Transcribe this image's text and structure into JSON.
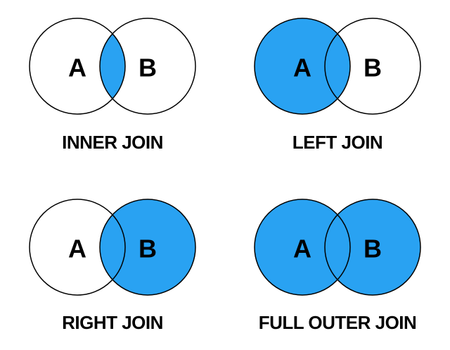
{
  "colors": {
    "highlight": "#29A2F2",
    "outline": "#000000",
    "text": "#000000",
    "background": "#FFFFFF"
  },
  "panels": [
    {
      "id": "inner-join",
      "caption": "INNER JOIN",
      "left_label": "A",
      "right_label": "B",
      "highlight": "intersection"
    },
    {
      "id": "left-join",
      "caption": "LEFT JOIN",
      "left_label": "A",
      "right_label": "B",
      "highlight": "left"
    },
    {
      "id": "right-join",
      "caption": "RIGHT JOIN",
      "left_label": "A",
      "right_label": "B",
      "highlight": "right"
    },
    {
      "id": "full-outer-join",
      "caption": "FULL OUTER JOIN",
      "left_label": "A",
      "right_label": "B",
      "highlight": "both"
    }
  ]
}
